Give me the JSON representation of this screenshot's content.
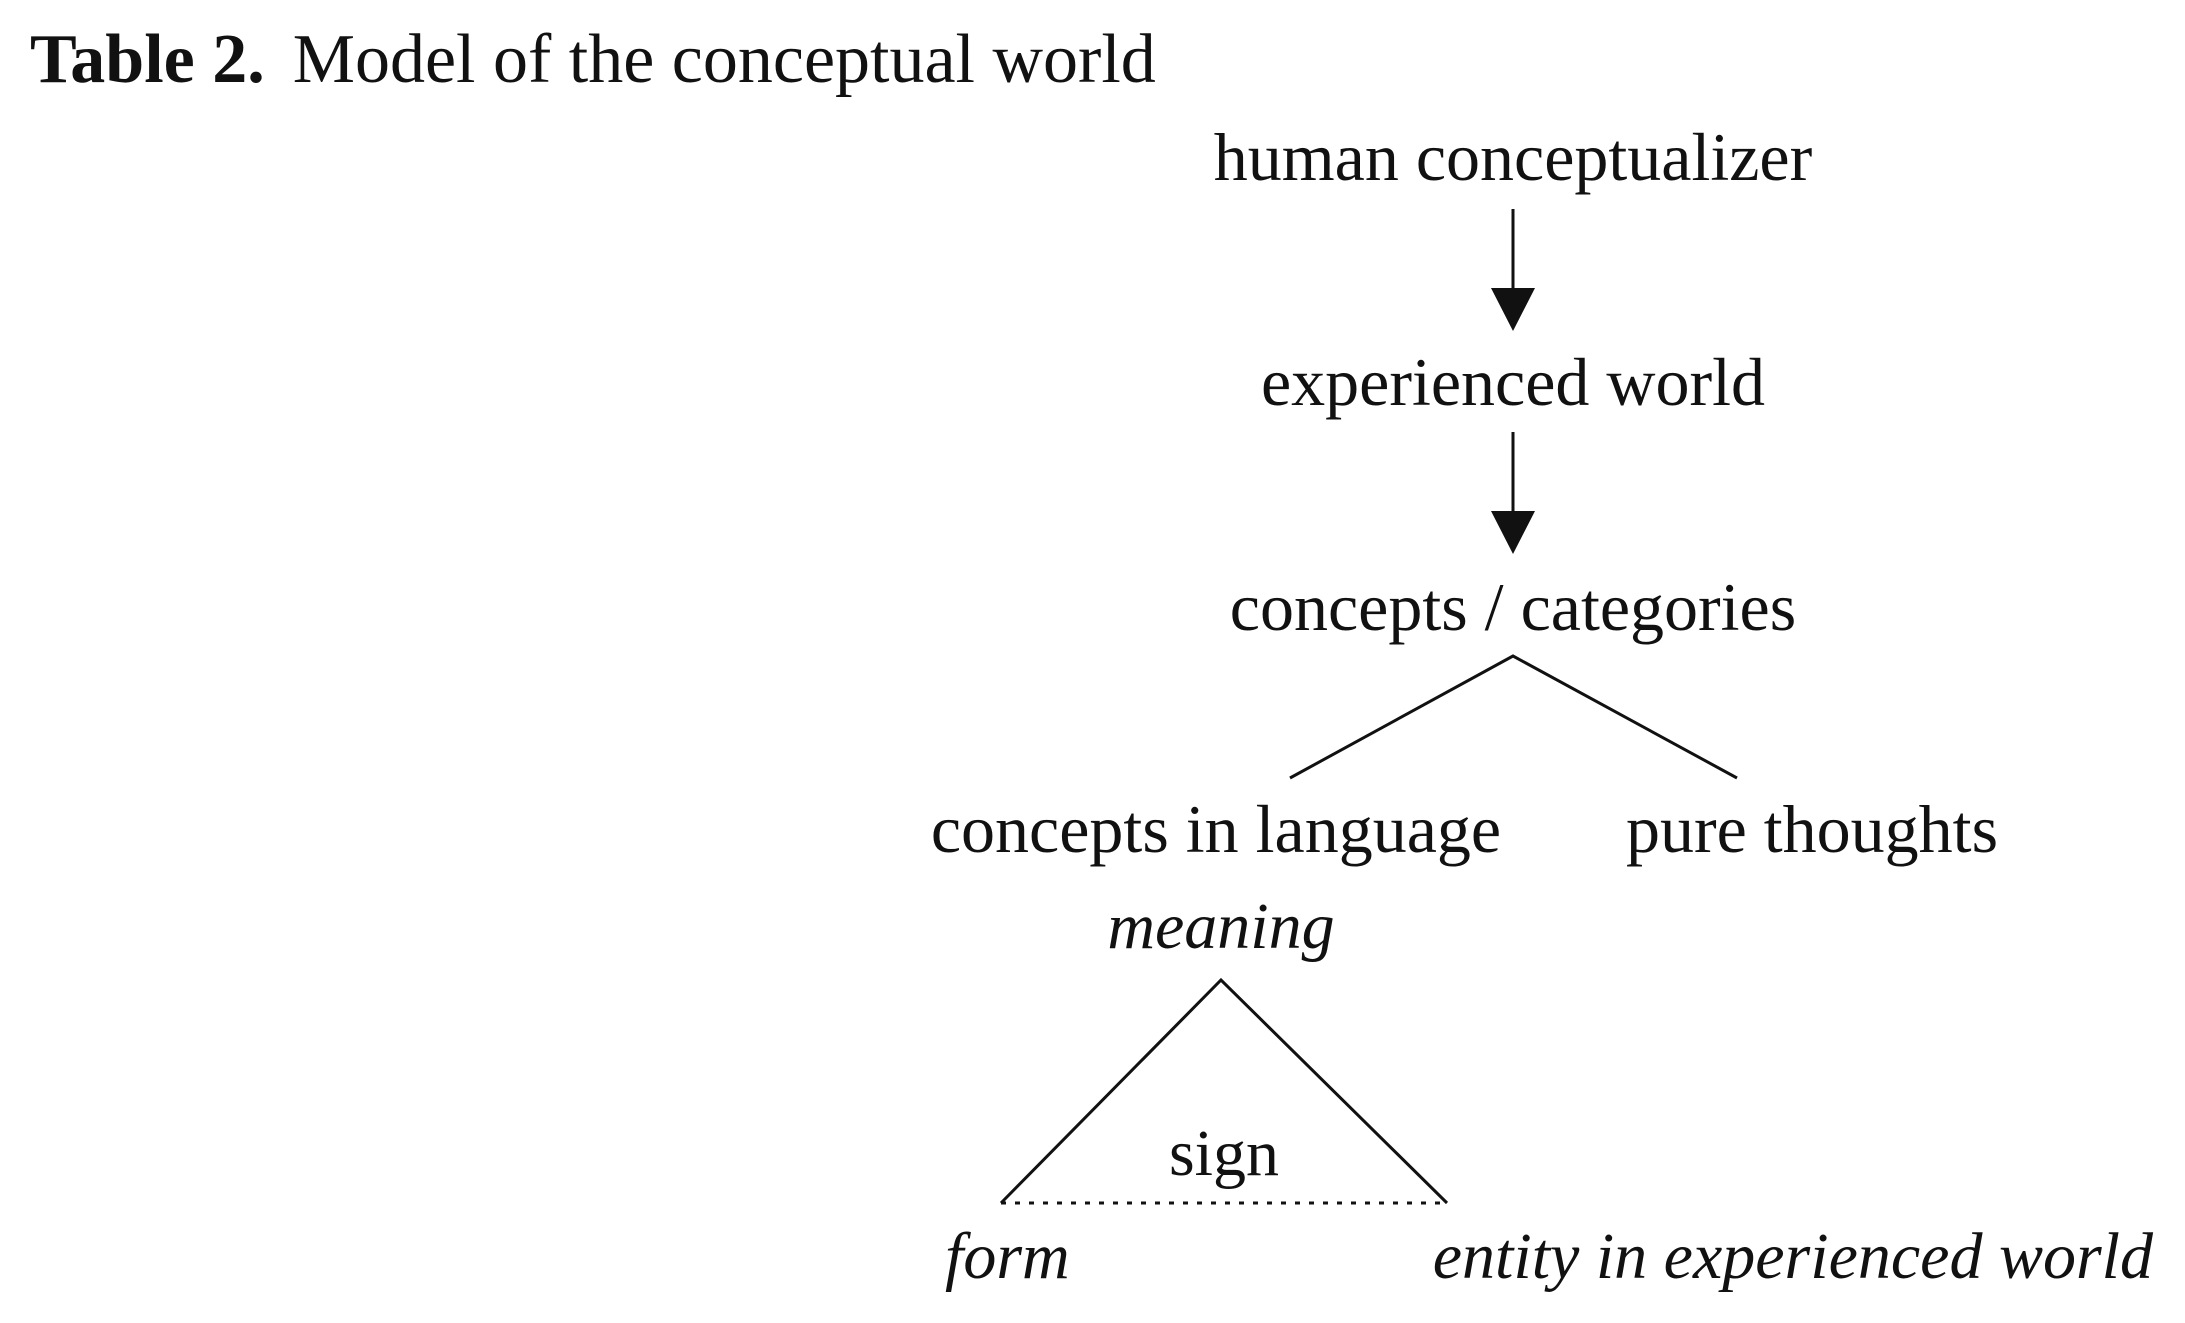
{
  "title": {
    "label": "Table 2.",
    "text": "Model of the conceptual world"
  },
  "nodes": {
    "human_conceptualizer": "human conceptualizer",
    "experienced_world": "experienced world",
    "concepts_categories": "concepts / categories",
    "concepts_in_language": "concepts in language",
    "pure_thoughts": "pure thoughts",
    "meaning": "meaning",
    "sign": "sign",
    "form": "form",
    "entity": "entity in experienced world"
  },
  "colors": {
    "ink": "#111111",
    "background": "#ffffff"
  }
}
